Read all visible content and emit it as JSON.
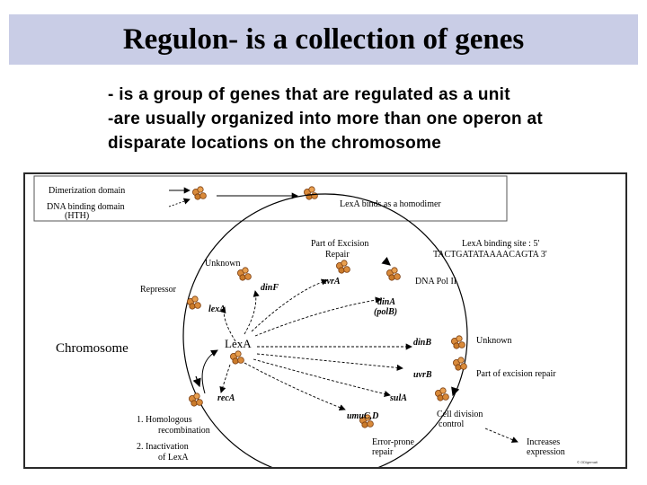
{
  "title": "Regulon- is a collection of genes",
  "bullets": [
    "- is a group of genes that are regulated as a unit",
    "-are usually organized into more than one operon at",
    "disparate locations on the chromosome"
  ],
  "figure": {
    "legend": {
      "dimerization": "Dimerization domain",
      "dna_binding_1": "DNA binding domain",
      "dna_binding_2": "(HTH)",
      "binds": "LexA binds as a homodimer"
    },
    "chromosome": "Chromosome",
    "lexA_center": "LexA",
    "genes": {
      "dinF": "dinF",
      "uvrA": "uvrA",
      "dinA": "dinA",
      "polB": "(polB)",
      "lexA": "lexA",
      "dinB": "dinB",
      "uvrB": "uvrB",
      "recA": "recA",
      "sulA": "sulA",
      "umuCD": "umuC,D"
    },
    "labels": {
      "excision_1": "Part of Excision",
      "excision_2": "Repair",
      "binding_site_1": "LexA binding site : 5'",
      "binding_site_2": "TACTGATATAAAACAGTA 3'",
      "unknown_top": "Unknown",
      "dna_pol": "DNA Pol II",
      "repressor": "Repressor",
      "unknown_right": "Unknown",
      "excision_repair": "Part of excision repair",
      "cell_division_1": "Cell division",
      "cell_division_2": "control",
      "homologous_1": "1.  Homologous",
      "homologous_2": "recombination",
      "inactivation_1": "2.  Inactivation",
      "inactivation_2": "of LexA",
      "error_prone_1": "Error-prone",
      "error_prone_2": "repair",
      "increases_1": "Increases",
      "increases_2": "expression",
      "credit": "© ODigemati"
    }
  }
}
